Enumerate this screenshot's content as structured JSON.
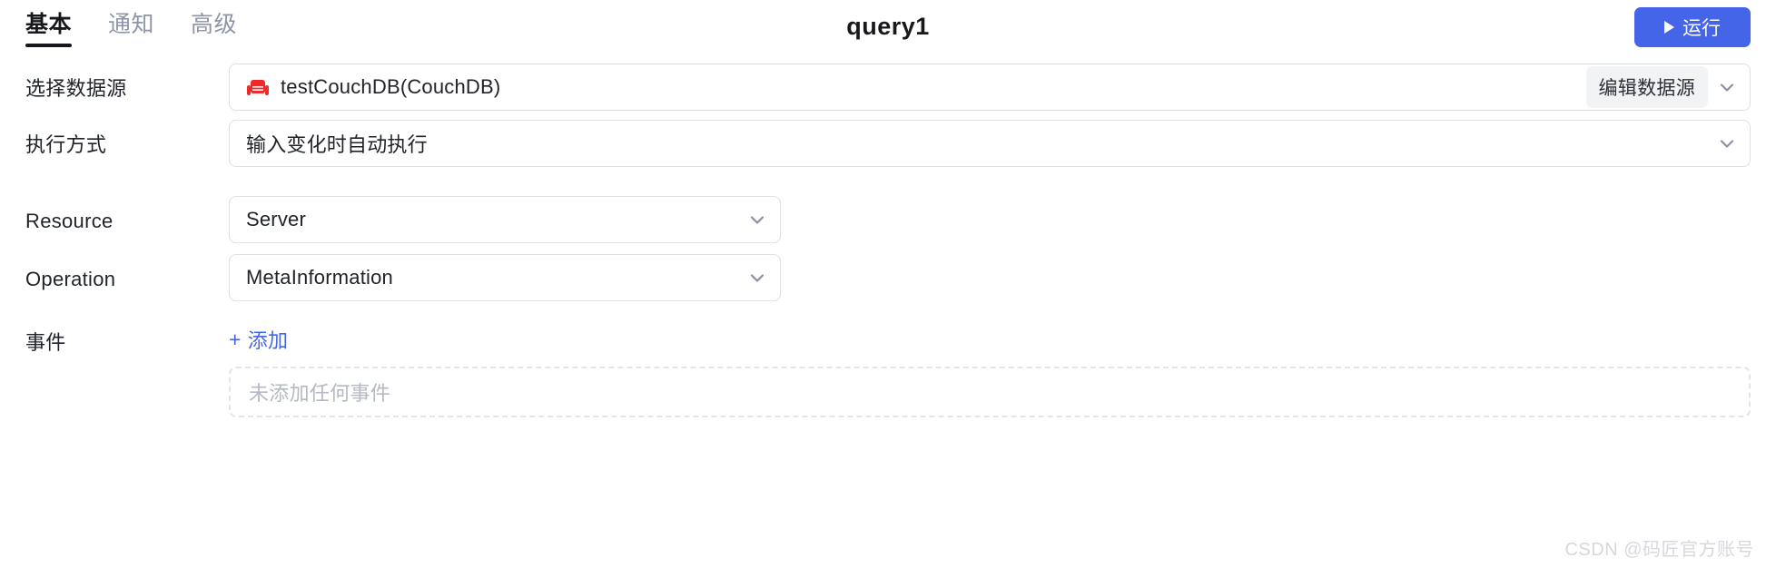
{
  "header": {
    "tabs": [
      {
        "label": "基本",
        "active": true
      },
      {
        "label": "通知",
        "active": false
      },
      {
        "label": "高级",
        "active": false
      }
    ],
    "title": "query1",
    "run_button": {
      "label": "运行",
      "icon": "play-icon",
      "color": "#4565e8"
    }
  },
  "form": {
    "datasource": {
      "label": "选择数据源",
      "value": "testCouchDB(CouchDB)",
      "icon": "couchdb-icon",
      "icon_color": "#ee2b2b",
      "edit_button": "编辑数据源",
      "chevron": "chevron-down-icon"
    },
    "run_mode": {
      "label": "执行方式",
      "value": "输入变化时自动执行",
      "chevron": "chevron-down-icon"
    },
    "resource": {
      "label": "Resource",
      "value": "Server",
      "chevron": "chevron-down-icon"
    },
    "operation": {
      "label": "Operation",
      "value": "MetaInformation",
      "chevron": "chevron-down-icon"
    },
    "events": {
      "label": "事件",
      "add_label": "添加",
      "add_plus": "+",
      "empty_text": "未添加任何事件",
      "link_color": "#4565e8"
    }
  },
  "watermark": "CSDN @码匠官方账号"
}
